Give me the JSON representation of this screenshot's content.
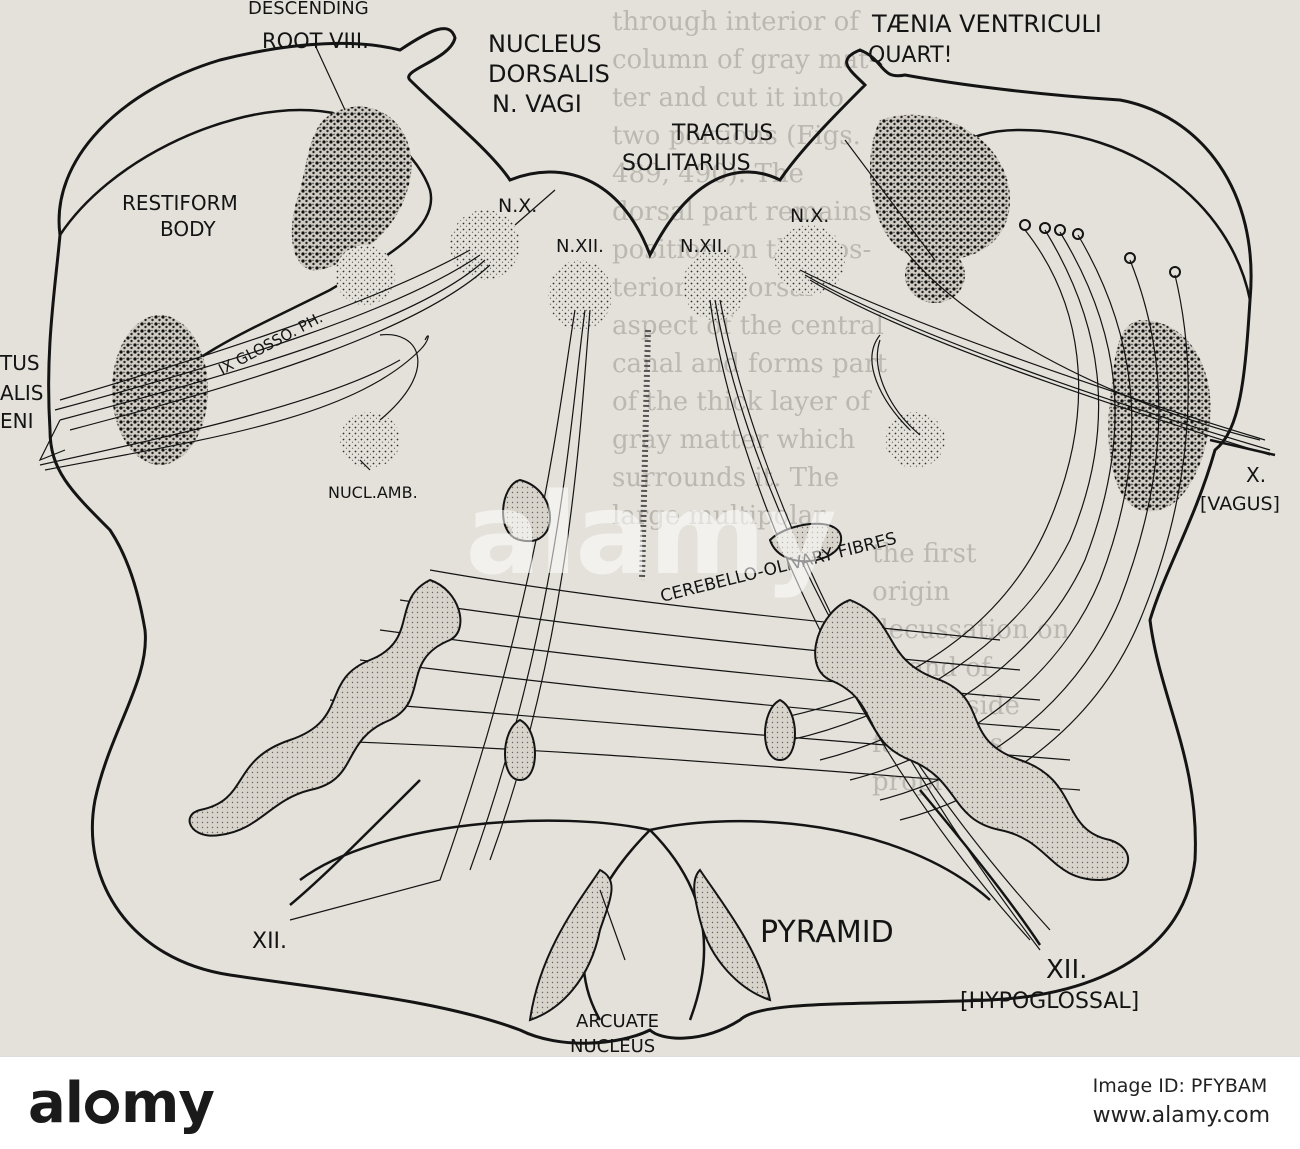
{
  "labels": {
    "descending_root_line1": "DESCENDING",
    "descending_root_line2": "ROOT VIII.",
    "nucleus_dorsalis_line1": "NUCLEUS",
    "nucleus_dorsalis_line2": "DORSALIS",
    "nucleus_dorsalis_line3": "N. VAGI",
    "taenia_line1": "TÆNIA VENTRICULI",
    "taenia_line2": "QUART!",
    "tractus_solitarius_line1": "TRACTUS",
    "tractus_solitarius_line2": "SOLITARIUS",
    "restiform_line1": "RESTIFORM",
    "restiform_line2": "BODY",
    "nx_left": "N.X.",
    "nx_right": "N.X.",
    "nxii_left": "N.XII.",
    "nxii_right": "N.XII.",
    "glosso": "IX GLOSSO. PH.",
    "tractus_spinalis_line1": "TUS",
    "tractus_spinalis_line2": "ALIS",
    "tractus_spinalis_line3": "ENI",
    "nucl_amb": "NUCL.AMB.",
    "vagus_line1": "X.",
    "vagus_line2": "[VAGUS]",
    "cerebello_olivary": "CEREBELLO-OLIVARY FIBRES",
    "pyramid": "PYRAMID",
    "xii_left": "XII.",
    "xii_right": "XII.",
    "hypoglossal": "[HYPOGLOSSAL]",
    "arcuate_line1": "ARCUATE",
    "arcuate_line2": "NUCLEUS"
  },
  "background_text": [
    "through interior of",
    "column of gray mat-",
    "ter and cut it into",
    "two portions (Figs.",
    "489, 490). The",
    "dorsal part remains in",
    "position on the pos-",
    "terior or dorsal",
    "aspect of the central",
    "canal and forms part",
    "of the thick layer of",
    "gray matter which",
    "surrounds it. The",
    "large multipolar",
    "the first",
    "origin",
    "decussation on",
    "strand of",
    "lateral side",
    "fasciculus",
    "proprius is"
  ],
  "watermark": "alamy",
  "footer": {
    "logo_left": "al",
    "logo_right": "my",
    "image_id_label": "Image ID: PFYBAM",
    "site": "www.alamy.com"
  },
  "colors": {
    "paper": "#e4e1da",
    "ink": "#141414",
    "footer_bg": "#ffffff"
  }
}
